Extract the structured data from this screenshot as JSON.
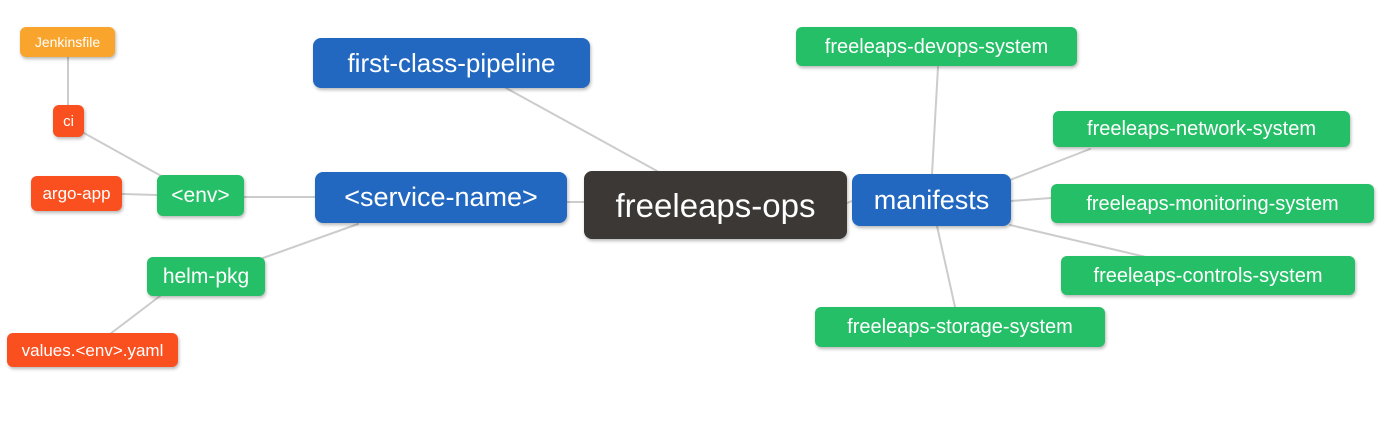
{
  "diagram": {
    "type": "mindmap",
    "root_label": "freeleaps-ops",
    "colors": {
      "root": "#3b3836",
      "branch": "#2268c0",
      "sub": "#24bf66",
      "leaf_red": "#fa4f1e",
      "leaf_orange": "#f9a42c",
      "edge": "#cccccc",
      "text": "#ffffff",
      "background": "#ffffff"
    },
    "nodes": {
      "freeleaps_ops": {
        "label": "freeleaps-ops",
        "role": "root"
      },
      "first_class_pipeline": {
        "label": "first-class-pipeline",
        "role": "branch"
      },
      "service_name": {
        "label": "<service-name>",
        "role": "branch"
      },
      "manifests": {
        "label": "manifests",
        "role": "branch"
      },
      "env": {
        "label": "<env>",
        "role": "sub"
      },
      "helm_pkg": {
        "label": "helm-pkg",
        "role": "sub"
      },
      "ci": {
        "label": "ci",
        "role": "leaf"
      },
      "argo_app": {
        "label": "argo-app",
        "role": "leaf"
      },
      "jenkinsfile": {
        "label": "Jenkinsfile",
        "role": "leaf"
      },
      "values_env_yaml": {
        "label": "values.<env>.yaml",
        "role": "leaf"
      },
      "devops": {
        "label": "freeleaps-devops-system",
        "role": "sub"
      },
      "network": {
        "label": "freeleaps-network-system",
        "role": "sub"
      },
      "monitoring": {
        "label": "freeleaps-monitoring-system",
        "role": "sub"
      },
      "controls": {
        "label": "freeleaps-controls-system",
        "role": "sub"
      },
      "storage": {
        "label": "freeleaps-storage-system",
        "role": "sub"
      }
    },
    "edges": [
      {
        "from": "jenkinsfile",
        "to": "ci"
      },
      {
        "from": "ci",
        "to": "env"
      },
      {
        "from": "argo_app",
        "to": "env"
      },
      {
        "from": "env",
        "to": "service_name"
      },
      {
        "from": "helm_pkg",
        "to": "service_name"
      },
      {
        "from": "values_env_yaml",
        "to": "helm_pkg"
      },
      {
        "from": "first_class_pipeline",
        "to": "freeleaps_ops"
      },
      {
        "from": "service_name",
        "to": "freeleaps_ops"
      },
      {
        "from": "freeleaps_ops",
        "to": "manifests"
      },
      {
        "from": "manifests",
        "to": "devops"
      },
      {
        "from": "manifests",
        "to": "network"
      },
      {
        "from": "manifests",
        "to": "monitoring"
      },
      {
        "from": "manifests",
        "to": "controls"
      },
      {
        "from": "manifests",
        "to": "storage"
      }
    ]
  }
}
